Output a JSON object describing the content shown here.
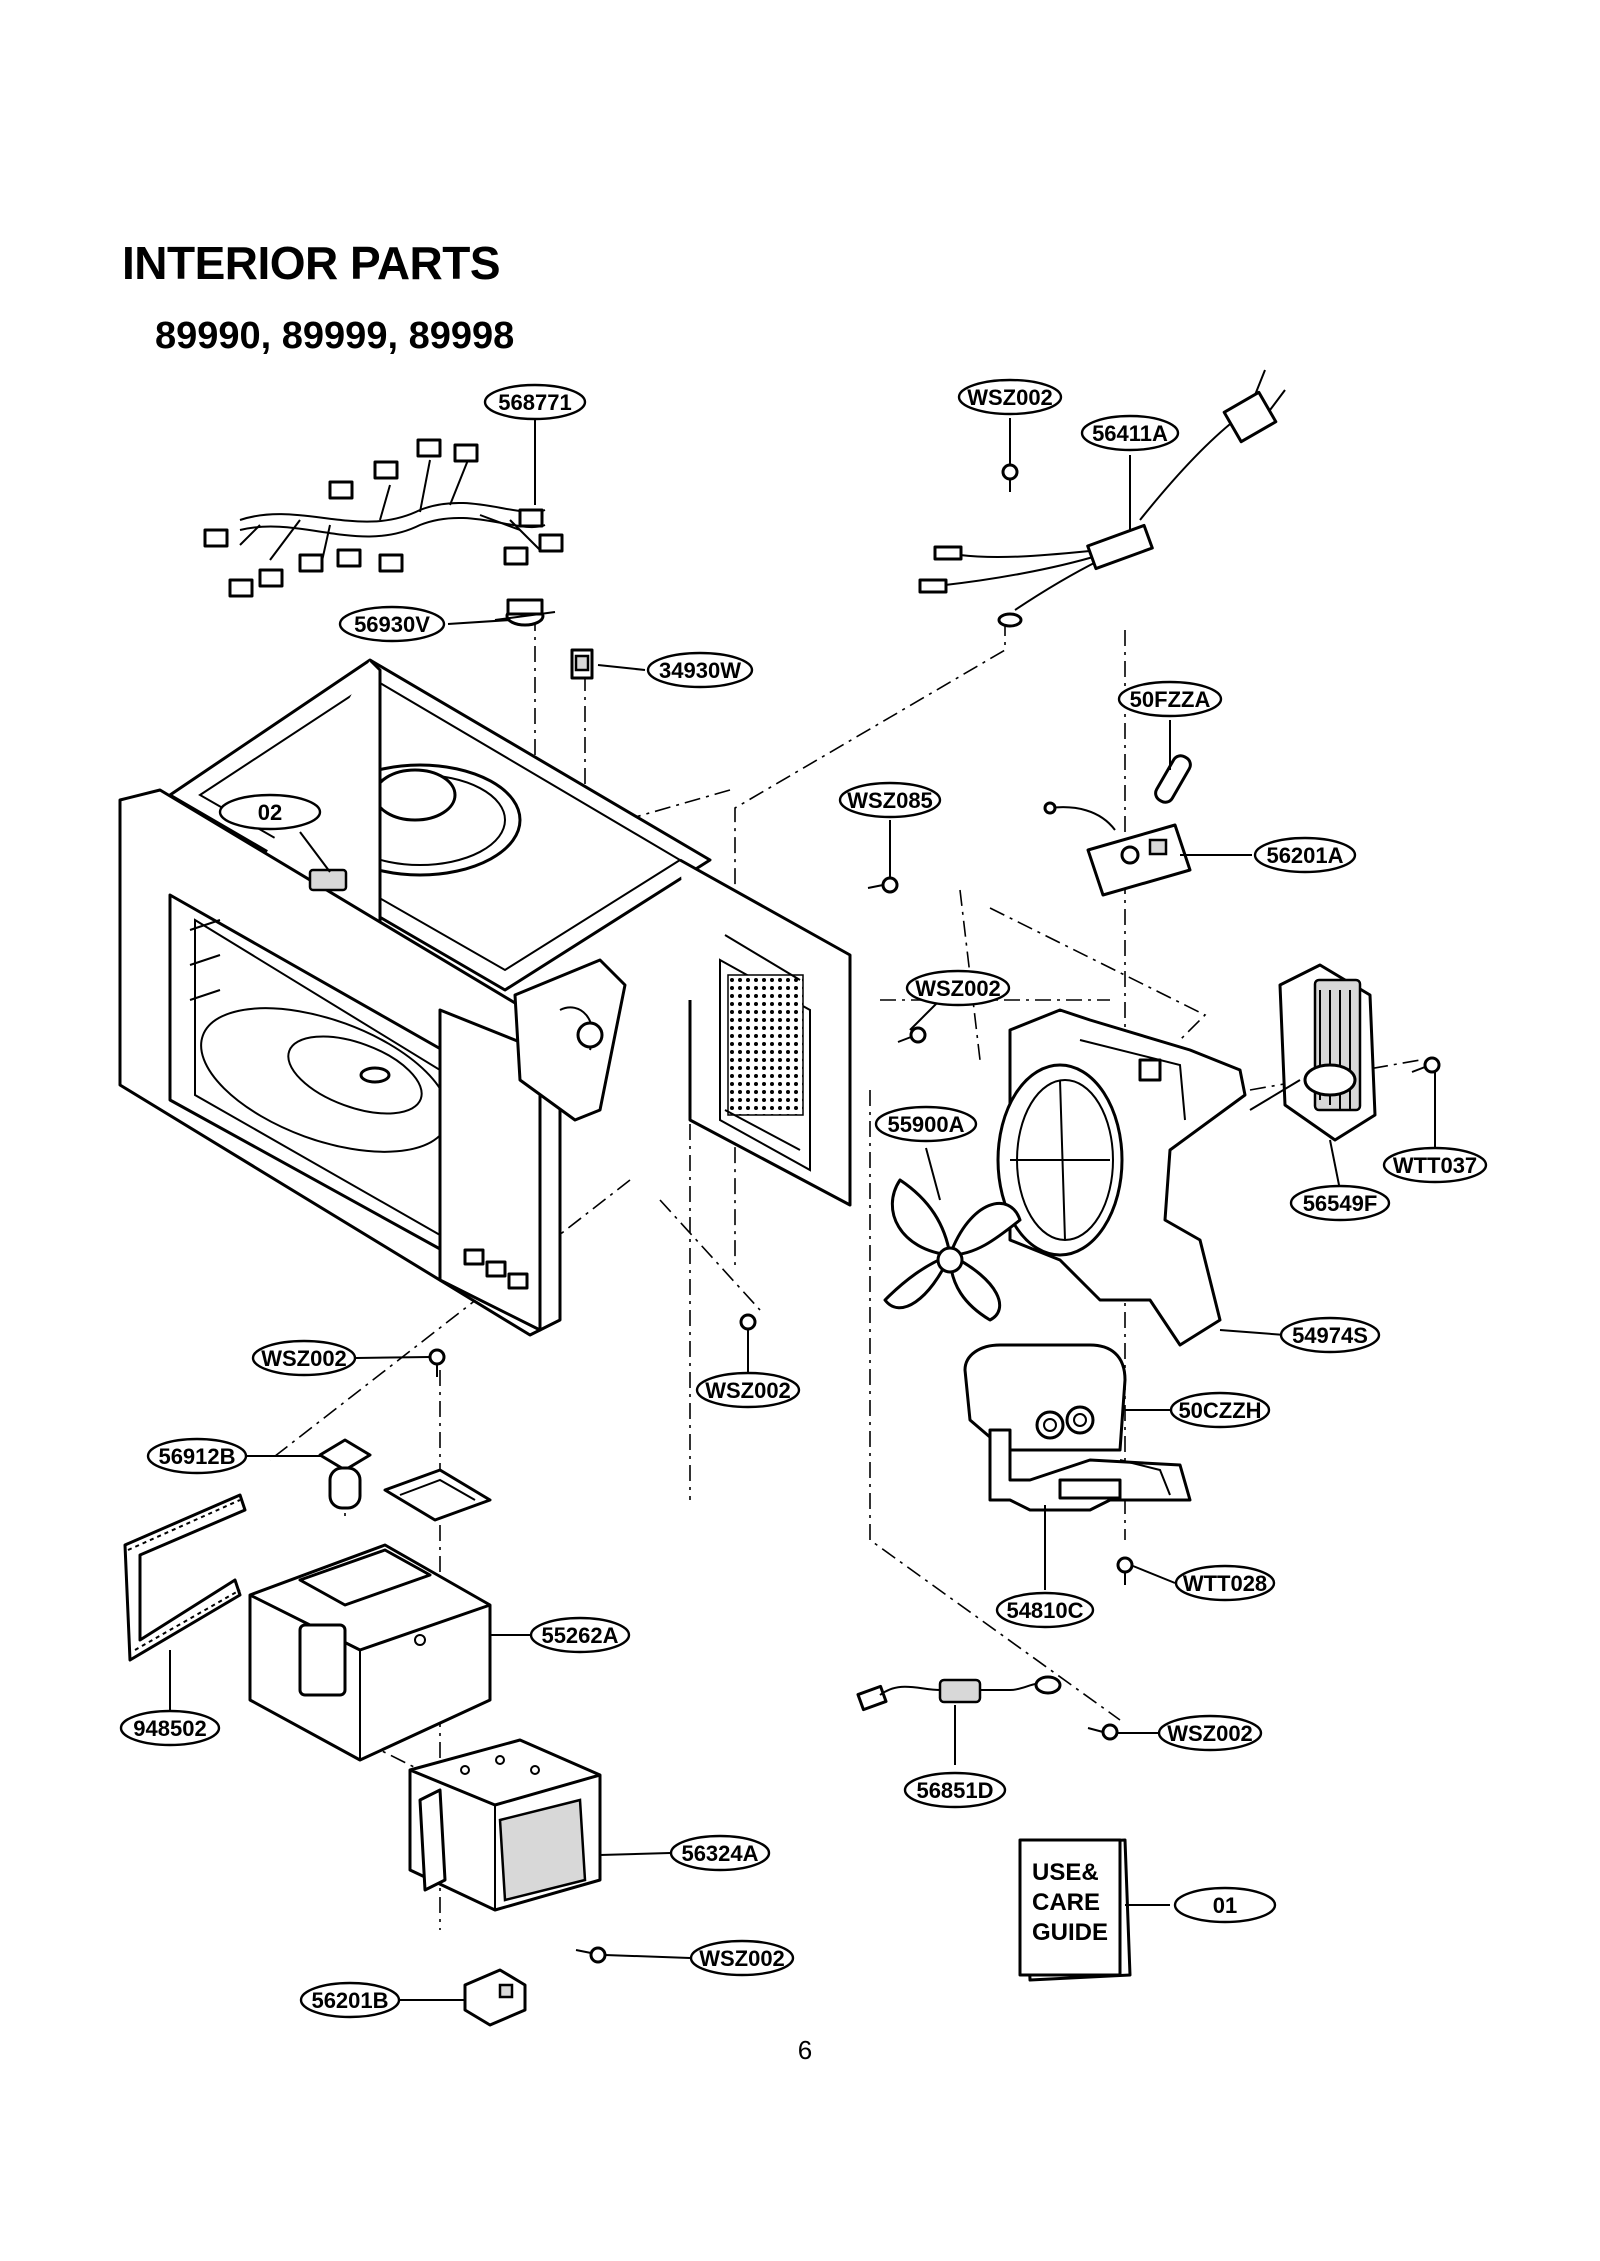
{
  "title": "INTERIOR PARTS",
  "models": "89990, 89999, 89998",
  "page_number": "6",
  "callouts": [
    {
      "id": "568771",
      "label": "568771"
    },
    {
      "id": "WSZ002-a",
      "label": "WSZ002"
    },
    {
      "id": "56411A",
      "label": "56411A"
    },
    {
      "id": "56930V",
      "label": "56930V"
    },
    {
      "id": "34930W",
      "label": "34930W"
    },
    {
      "id": "50FZZA",
      "label": "50FZZA"
    },
    {
      "id": "02",
      "label": "02"
    },
    {
      "id": "WSZ085",
      "label": "WSZ085"
    },
    {
      "id": "56201A",
      "label": "56201A"
    },
    {
      "id": "WSZ002-b",
      "label": "WSZ002"
    },
    {
      "id": "55900A",
      "label": "55900A"
    },
    {
      "id": "WTT037",
      "label": "WTT037"
    },
    {
      "id": "56549F",
      "label": "56549F"
    },
    {
      "id": "54974S",
      "label": "54974S"
    },
    {
      "id": "WSZ002-c",
      "label": "WSZ002"
    },
    {
      "id": "WSZ002-d",
      "label": "WSZ002"
    },
    {
      "id": "50CZZH",
      "label": "50CZZH"
    },
    {
      "id": "56912B",
      "label": "56912B"
    },
    {
      "id": "WTT028",
      "label": "WTT028"
    },
    {
      "id": "54810C",
      "label": "54810C"
    },
    {
      "id": "55262A",
      "label": "55262A"
    },
    {
      "id": "948502",
      "label": "948502"
    },
    {
      "id": "WSZ002-e",
      "label": "WSZ002"
    },
    {
      "id": "56851D",
      "label": "56851D"
    },
    {
      "id": "56324A",
      "label": "56324A"
    },
    {
      "id": "01",
      "label": "01"
    },
    {
      "id": "WSZ002-f",
      "label": "WSZ002"
    },
    {
      "id": "56201B",
      "label": "56201B"
    }
  ],
  "guide": {
    "line1": "USE&",
    "line2": "CARE",
    "line3": "GUIDE"
  }
}
